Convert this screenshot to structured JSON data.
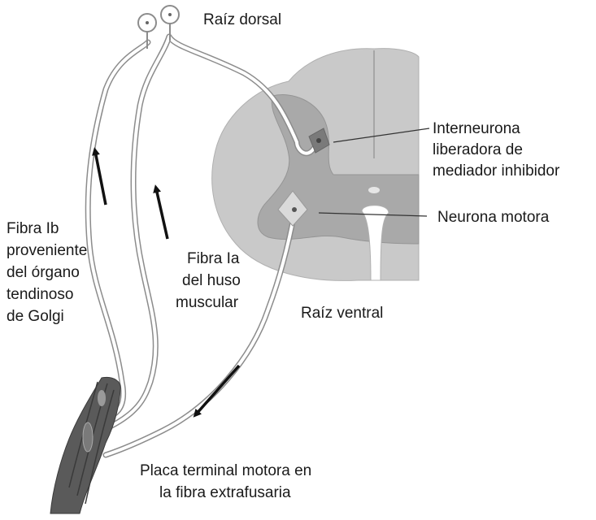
{
  "labels": {
    "raiz_dorsal": "Raíz dorsal",
    "interneurona": [
      "Interneurona",
      "liberadora de",
      "mediador inhibidor"
    ],
    "neurona_motora": "Neurona motora",
    "fibra_ib": [
      "Fibra Ib",
      "proveniente",
      "del órgano",
      "tendinoso",
      "de Golgi"
    ],
    "fibra_ia": [
      "Fibra Ia",
      "del huso",
      "muscular"
    ],
    "raiz_ventral": "Raíz ventral",
    "placa_terminal": [
      "Placa terminal motora en",
      "la fibra extrafusaria"
    ]
  },
  "colors": {
    "white_matter": "#c8c8c8",
    "gray_matter": "#a8a8a8",
    "fiber_outline": "#8c8c8c",
    "muscle": "#5a5a5a",
    "arrow": "#111111",
    "text": "#1a1a1a"
  }
}
